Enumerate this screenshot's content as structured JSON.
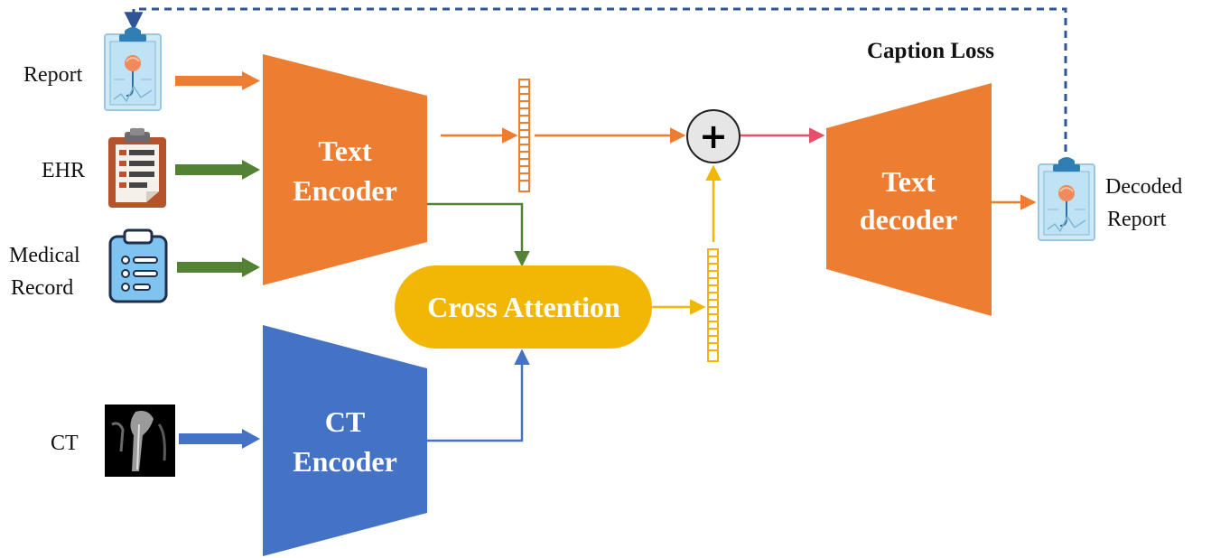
{
  "inputs": {
    "report": "Report",
    "ehr": "EHR",
    "medical_record_line1": "Medical",
    "medical_record_line2": "Record",
    "ct": "CT"
  },
  "blocks": {
    "text_encoder_line1": "Text",
    "text_encoder_line2": "Encoder",
    "ct_encoder_line1": "CT",
    "ct_encoder_line2": "Encoder",
    "cross_attention": "Cross Attention",
    "text_decoder_line1": "Text",
    "text_decoder_line2": "decoder",
    "sum_symbol": "+"
  },
  "outputs": {
    "decoded_report_line1": "Decoded",
    "decoded_report_line2": "Report"
  },
  "loss": {
    "label": "Caption Loss"
  },
  "colors": {
    "text_encoder": "#ED7D31",
    "ct_encoder": "#4472C4",
    "cross_attention": "#F2B705",
    "text_decoder": "#ED7D31",
    "arrow_orange": "#ED7D31",
    "arrow_green": "#548235",
    "arrow_blue": "#4472C4",
    "arrow_yellow": "#F2B705",
    "arrow_red": "#E8506A",
    "loss_dashed": "#2F5597"
  },
  "icons": {
    "report": "report-clipboard-icon",
    "ehr": "ehr-clipboard-icon",
    "medical_record": "medical-record-clipboard-icon",
    "ct": "ct-scan-image-icon",
    "decoded_report": "decoded-report-clipboard-icon"
  }
}
